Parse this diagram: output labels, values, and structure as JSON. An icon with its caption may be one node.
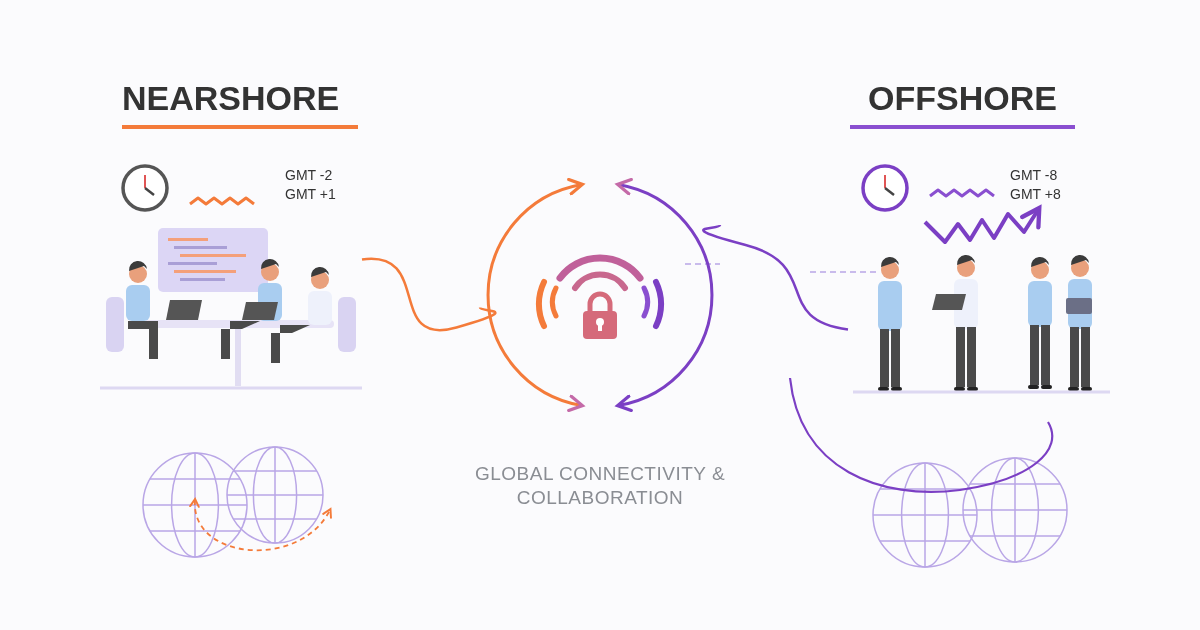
{
  "diagram": {
    "nodes": [
      {
        "text": [],
        "shape": "picture"
      },
      {
        "text": [],
        "shape": "picture",
        "beside": [
          "GLOBAL CONNECTIVITY & COLLABORATION"
        ]
      },
      {
        "text": [],
        "shape": "picture"
      }
    ],
    "edges": [
      {
        "from": 0,
        "to": 1,
        "arrow": "none",
        "color": "#f47b3a"
      },
      {
        "from": 2,
        "to": 1,
        "arrow": "none",
        "color": "#7b3fc4"
      }
    ],
    "labels": [
      "NEARSHORE",
      "OFFSHORE",
      "GMT -2",
      "GMT +1",
      "GMT -8",
      "GMT +8"
    ]
  }
}
